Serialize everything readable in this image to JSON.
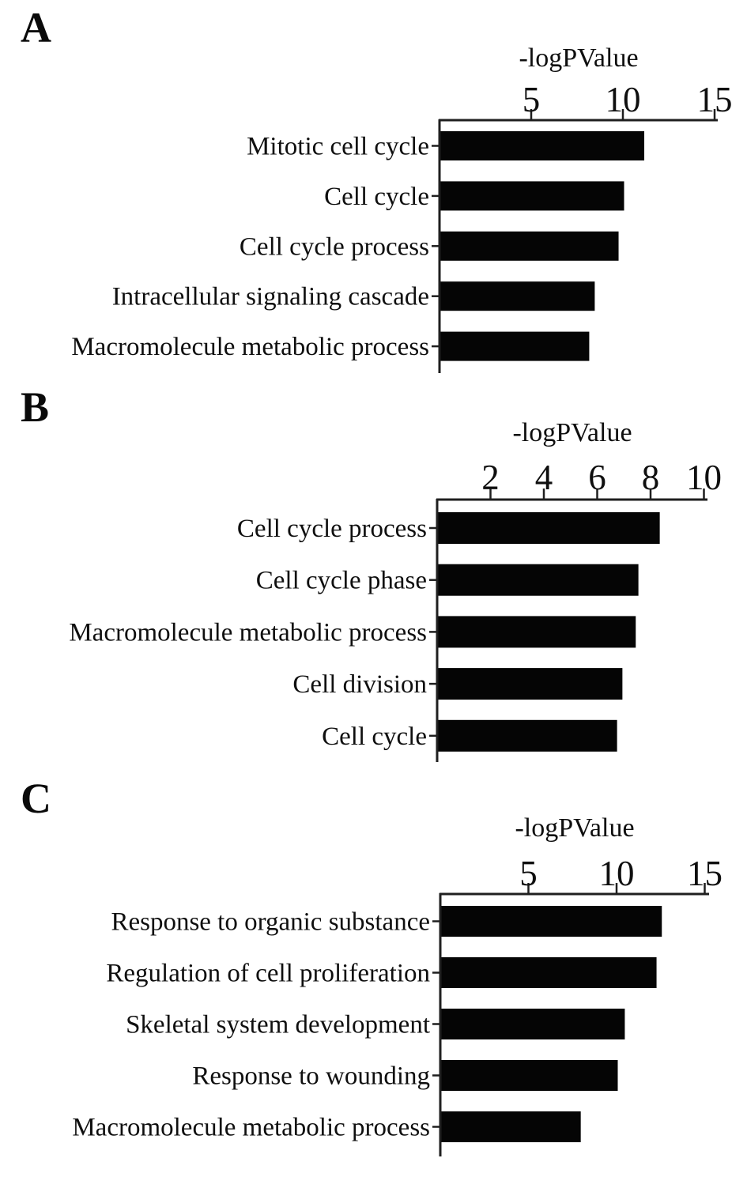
{
  "figure": {
    "background": "#ffffff",
    "bar_color": "#050505",
    "axis_color": "#1f1f1f",
    "text_color": "#0f0f0f"
  },
  "chart_data": [
    {
      "panel": "A",
      "type": "bar",
      "orientation": "horizontal",
      "title": "-logPValue",
      "xlabel": "-logPValue",
      "ylabel": "",
      "xlim": [
        0,
        15.5
      ],
      "xticks": [
        5,
        10,
        15
      ],
      "grid": false,
      "legend": "none",
      "categories": [
        "Mitotic cell cycle",
        "Cell cycle",
        "Cell cycle process",
        "Intracellular signaling cascade",
        "Macromolecule metabolic process"
      ],
      "values": [
        11.1,
        10.0,
        9.7,
        8.4,
        8.1
      ]
    },
    {
      "panel": "B",
      "type": "bar",
      "orientation": "horizontal",
      "title": "-logPValue",
      "xlabel": "-logPValue",
      "ylabel": "",
      "xlim": [
        0,
        10.2
      ],
      "xticks": [
        2,
        4,
        6,
        8,
        10
      ],
      "grid": false,
      "legend": "none",
      "categories": [
        "Cell cycle process",
        "Cell cycle phase",
        "Macromolecule metabolic process",
        "Cell division",
        "Cell cycle"
      ],
      "values": [
        8.3,
        7.5,
        7.4,
        6.9,
        6.7
      ]
    },
    {
      "panel": "C",
      "type": "bar",
      "orientation": "horizontal",
      "title": "-logPValue",
      "xlabel": "-logPValue",
      "ylabel": "",
      "xlim": [
        0,
        15.2
      ],
      "xticks": [
        5,
        10,
        15
      ],
      "grid": false,
      "legend": "none",
      "categories": [
        "Response to organic substance",
        "Regulation of cell proliferation",
        "Skeletal system development",
        "Response to wounding",
        "Macromolecule metabolic process"
      ],
      "values": [
        12.5,
        12.2,
        10.4,
        10.0,
        7.9
      ]
    }
  ]
}
